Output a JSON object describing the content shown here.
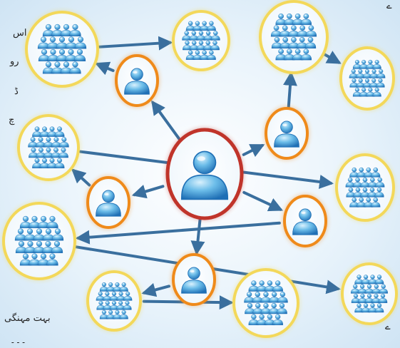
{
  "edge_text": {
    "left": [
      "اس",
      "رو",
      "ڈ",
      "چ"
    ],
    "bottom_left": [
      "بہت مہنگی",
      "۔۔۔"
    ],
    "top_right": [
      "ے"
    ],
    "bottom_right": [
      "ے"
    ]
  },
  "diagram": {
    "nodes": [
      {
        "id": "center",
        "kind": "center"
      },
      {
        "id": "o1",
        "kind": "person"
      },
      {
        "id": "o2",
        "kind": "person"
      },
      {
        "id": "o3",
        "kind": "person"
      },
      {
        "id": "o4",
        "kind": "person"
      },
      {
        "id": "o5",
        "kind": "person"
      },
      {
        "id": "y1",
        "kind": "group"
      },
      {
        "id": "y2",
        "kind": "group"
      },
      {
        "id": "y3",
        "kind": "group"
      },
      {
        "id": "y4",
        "kind": "group"
      },
      {
        "id": "y5",
        "kind": "group"
      },
      {
        "id": "y6",
        "kind": "group"
      },
      {
        "id": "y7",
        "kind": "group"
      },
      {
        "id": "y8",
        "kind": "group"
      },
      {
        "id": "y9",
        "kind": "group"
      },
      {
        "id": "y10",
        "kind": "group"
      }
    ],
    "edges": [
      [
        "center",
        "o1"
      ],
      [
        "center",
        "o2"
      ],
      [
        "center",
        "o3"
      ],
      [
        "center",
        "o4"
      ],
      [
        "center",
        "o5"
      ],
      [
        "o1",
        "y1"
      ],
      [
        "y1",
        "y2"
      ],
      [
        "o2",
        "y3"
      ],
      [
        "y3",
        "y4"
      ],
      [
        "o3",
        "y5"
      ],
      [
        "y5",
        "y6"
      ],
      [
        "o4",
        "y7"
      ],
      [
        "y7",
        "y8"
      ],
      [
        "o5",
        "y9"
      ],
      [
        "y9",
        "y10"
      ]
    ],
    "colors": {
      "center_ring": "#c0342a",
      "person_ring": "#ef8a1a",
      "group_ring": "#f3d85a",
      "arrow": "#3a6f9e",
      "figure_light": "#a9dcf7",
      "figure_dark": "#1f6fb5"
    }
  }
}
